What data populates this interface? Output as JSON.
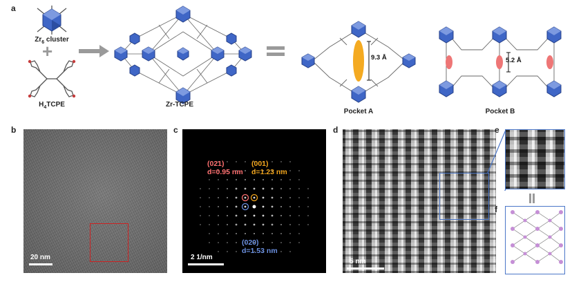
{
  "figure": {
    "panel_letters": [
      "a",
      "b",
      "c",
      "d",
      "e",
      "f"
    ],
    "panel_a": {
      "cluster_label": "Zr",
      "cluster_sub": "6",
      "cluster_suffix": " cluster",
      "linker_prefix": "H",
      "linker_sub": "4",
      "linker_suffix": "TCPE",
      "framework_label": "Zr-TCPE",
      "pocket_a_label": "Pocket A",
      "pocket_a_dim": "9.3 Å",
      "pocket_b_label": "Pocket B",
      "pocket_b_dim": "5.2 Å",
      "plus_symbol": "+",
      "colors": {
        "cluster": "#3f66c6",
        "pocket_a": "#f4aa21",
        "pocket_b": "#ee7676",
        "arrow": "#9a9a9a"
      }
    },
    "panel_b": {
      "scale_bar": "20 nm",
      "roi_color": "#cc2222"
    },
    "panel_c": {
      "scale_bar": "2 1/nm",
      "spots": [
        {
          "hkl": "(021)",
          "d": "d=0.95 nm",
          "color": "#ff7070"
        },
        {
          "hkl": "(001)",
          "d": "d=1.23 nm",
          "color": "#f2a51c"
        },
        {
          "hkl": "(020)",
          "d": "d=1.53 nm",
          "color": "#6a8fe0"
        }
      ]
    },
    "panel_d": {
      "scale_bar": "5 nm",
      "roi_color": "#4a76c8"
    },
    "panel_f": {
      "equals_symbol": "="
    }
  }
}
